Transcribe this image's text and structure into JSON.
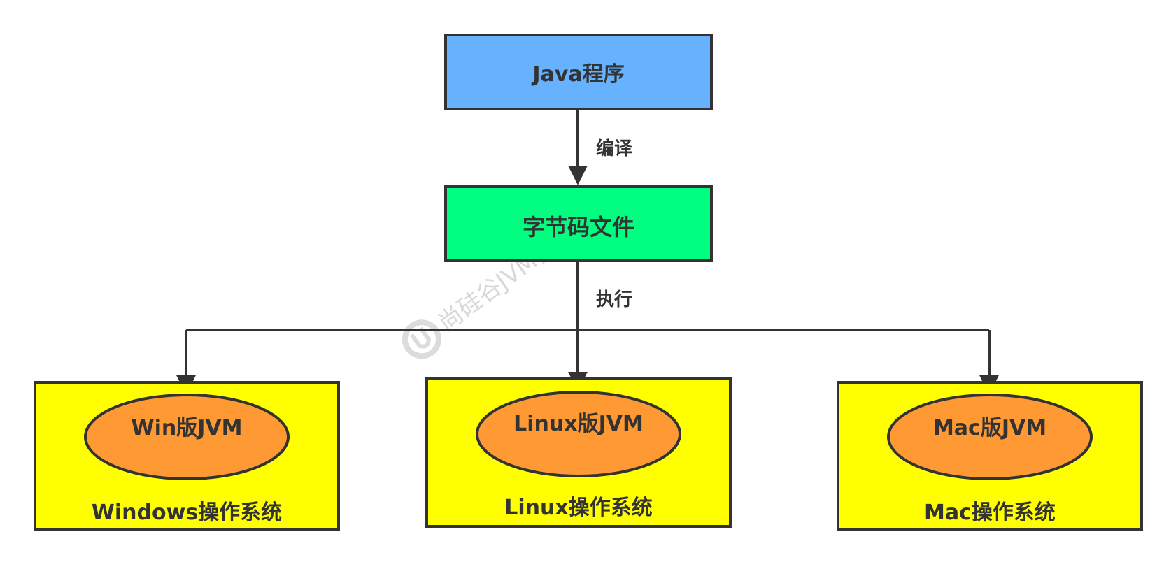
{
  "nodes": {
    "java_program": "Java程序",
    "bytecode_file": "字节码文件",
    "win_jvm": "Win版JVM",
    "linux_jvm": "Linux版JVM",
    "mac_jvm": "Mac版JVM",
    "windows_os": "Windows操作系统",
    "linux_os": "Linux操作系统",
    "mac_os": "Mac操作系统"
  },
  "edges": {
    "compile": "编译",
    "execute": "执行"
  },
  "watermark": "尚硅谷JVM教程配图",
  "colors": {
    "java_program_fill": "#66b2ff",
    "bytecode_fill": "#00ff80",
    "os_fill": "#ffff00",
    "jvm_fill": "#ff9933",
    "stroke": "#333333"
  }
}
